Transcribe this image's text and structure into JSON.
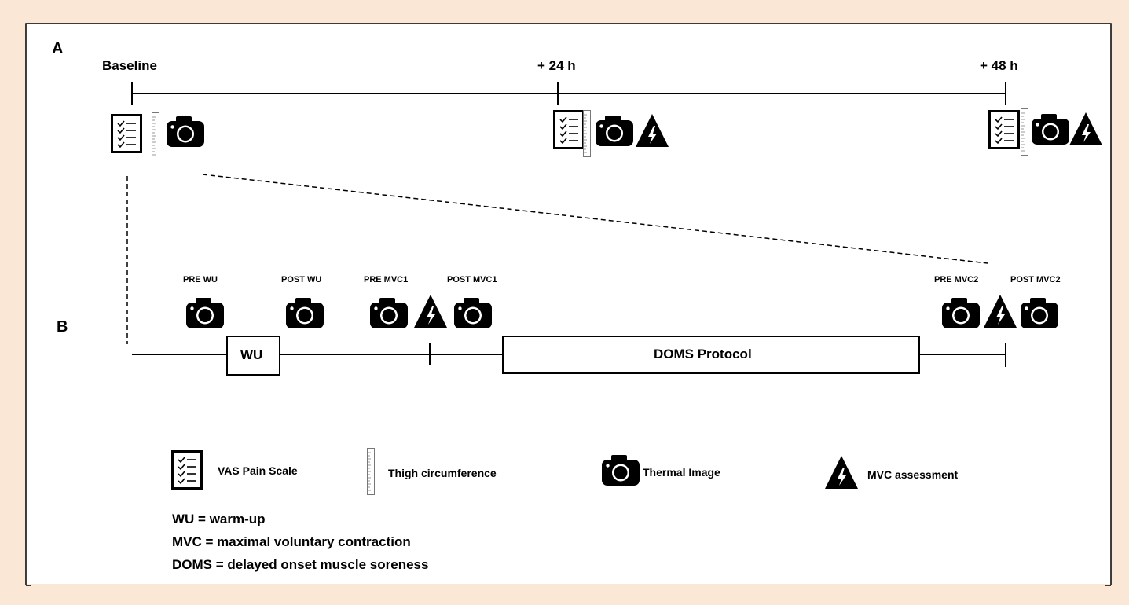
{
  "panel_a": {
    "label": "A",
    "timepoints": [
      "Baseline",
      "+ 24 h",
      "+ 48 h"
    ]
  },
  "panel_b": {
    "label": "B",
    "measure_labels": [
      "PRE WU",
      "POST WU",
      "PRE MVC1",
      "POST MVC1",
      "PRE MVC2",
      "POST MVC2"
    ],
    "boxes": {
      "wu": "WU",
      "doms": "DOMS Protocol"
    }
  },
  "legend": {
    "items": [
      {
        "icon": "checklist-icon",
        "label": "VAS Pain Scale"
      },
      {
        "icon": "ruler-icon",
        "label": "Thigh circumference"
      },
      {
        "icon": "camera-icon",
        "label": "Thermal Image"
      },
      {
        "icon": "lightning-triangle-icon",
        "label": "MVC assessment"
      }
    ],
    "definitions": [
      "WU = warm-up",
      "MVC = maximal voluntary contraction",
      "DOMS = delayed onset muscle soreness"
    ]
  },
  "colors": {
    "background": "#fbe7d6",
    "panel": "#ffffff",
    "ink": "#000000"
  }
}
